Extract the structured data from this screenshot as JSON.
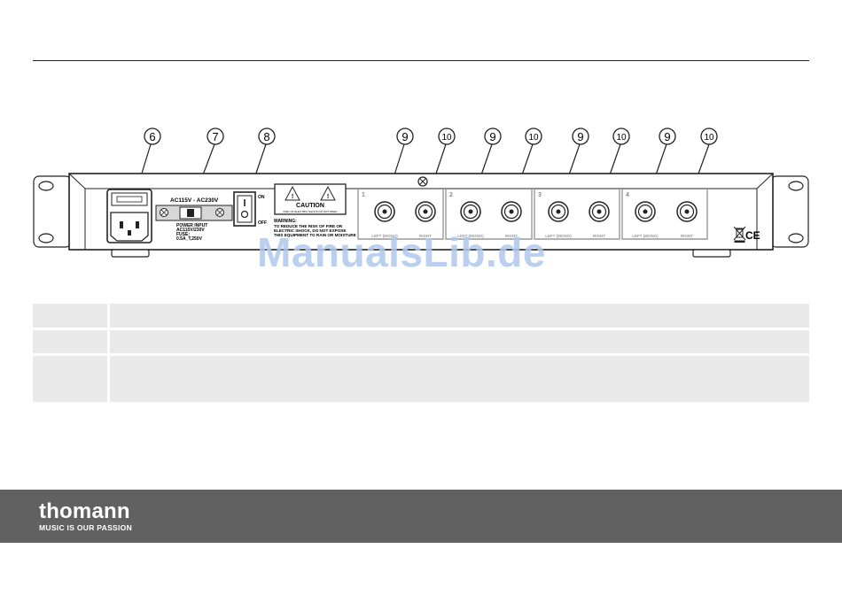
{
  "callouts": {
    "n6": "6",
    "n7": "7",
    "n8": "8",
    "n9": "9",
    "n10": "10"
  },
  "power_inlet": {
    "voltage_selector": "AC115V - AC230V",
    "label_line1": "POWER INPUT",
    "label_line2": "AC115V/230V",
    "label_line3": "FUSE:",
    "label_line4": "0.5A_T,250V"
  },
  "switch": {
    "on": "ON",
    "off": "OFF"
  },
  "caution": {
    "title": "CAUTION",
    "sub": "RISK OF ELECTRIC SHOCK DO NOT OPEN",
    "warning_title": "WARNING:",
    "warning_line1": "TO REDUCE THE RISK OF FIRE OR",
    "warning_line2": "ELECTRIC SHOCK, DO NOT EXPOSE",
    "warning_line3": "THIS EQUIPMENT TO RAIN OR MOISTURE"
  },
  "channels": [
    {
      "num": "1",
      "left": "LEFT (MONO)",
      "right": "RIGHT"
    },
    {
      "num": "2",
      "left": "LEFT (MONO)",
      "right": "RIGHT"
    },
    {
      "num": "3",
      "left": "LEFT (MONO)",
      "right": "RIGHT"
    },
    {
      "num": "4",
      "left": "LEFT (MONO)",
      "right": "RIGHT"
    }
  ],
  "certifications": "CE",
  "watermark": "ManualsLib.de",
  "footer": {
    "brand": "thomann",
    "tagline": "MUSIC IS OUR PASSION"
  }
}
